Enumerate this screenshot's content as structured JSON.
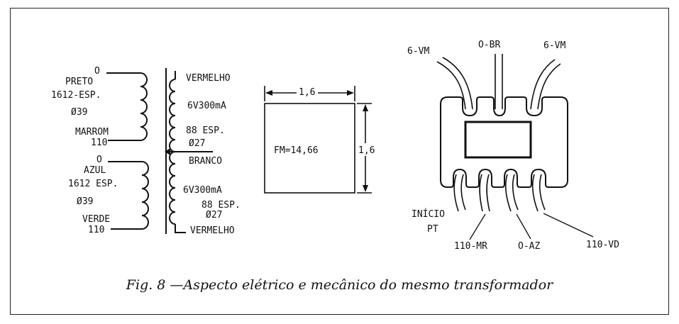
{
  "schematic": {
    "primary_top": {
      "terminal_start": "O",
      "wire_color": "PRETO",
      "turns": "1612-ESP.",
      "wire_gauge": "Ø39",
      "end_color": "MARROM",
      "end_voltage": "110"
    },
    "primary_bottom": {
      "terminal_start": "O",
      "wire_color": "AZUL",
      "turns": "1612 ESP.",
      "wire_gauge": "Ø39",
      "end_color": "VERDE",
      "end_voltage": "110"
    },
    "secondary_top": {
      "start_color": "VERMELHO",
      "rating": "6V300mA",
      "turns": "88 ESP.",
      "wire_gauge": "Ø27"
    },
    "center_tap": "BRANCO",
    "secondary_bottom": {
      "rating": "6V300mA",
      "turns": "88 ESP.",
      "wire_gauge": "Ø27",
      "end_color": "VERMELHO"
    }
  },
  "core": {
    "width_label": "1,6",
    "height_label": "1,6",
    "fm_label": "FM=14,66"
  },
  "mechanical": {
    "top_leads": [
      "6-VM",
      "O-BR",
      "6-VM"
    ],
    "bottom_left_label_line1": "INÍCIO",
    "bottom_left_label_line2": "PT",
    "bottom_leads": [
      "110-MR",
      "O-AZ",
      "110-VD"
    ]
  },
  "caption": "Fig. 8 —Aspecto elétrico e mecânico do mesmo transformador",
  "colors": {
    "ink": "#111111",
    "background": "#ffffff"
  }
}
